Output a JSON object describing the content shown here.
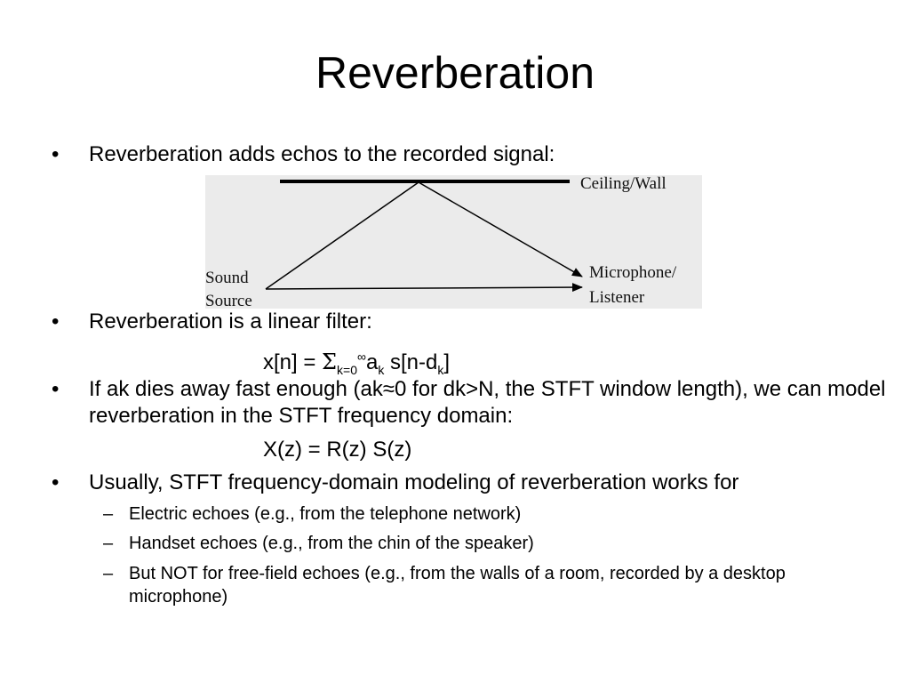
{
  "slide": {
    "title": "Reverberation",
    "bullets": [
      "Reverberation adds echos to the recorded signal:",
      "Reverberation is a linear filter:",
      "If ak dies away fast enough (ak≈0 for dk>N, the STFT window length), we can model reverberation in the STFT frequency domain:",
      "Usually, STFT frequency-domain modeling of reverberation works for"
    ],
    "bullet_marker": "•",
    "dash_marker": "–",
    "sub_bullets": [
      "Electric echoes (e.g., from the telephone network)",
      "Handset echoes (e.g., from the chin of the speaker)",
      "But NOT for free-field echoes (e.g., from the walls of a room, recorded by a desktop microphone)"
    ],
    "formula1": {
      "lhs": "x[n] = ",
      "sigma": "Σ",
      "sub": "k=0",
      "sup": "∞",
      "a": "a",
      "a_sub": "k",
      "s": " s[n-d",
      "d_sub": "k",
      "close": "]"
    },
    "formula2": "X(z) = R(z) S(z)"
  },
  "diagram": {
    "ceiling_label": "Ceiling/Wall",
    "source_label_line1": "Sound",
    "source_label_line2": "Source",
    "mic_label_line1": "Microphone/",
    "mic_label_line2": "Listener",
    "background_color": "#ebebeb"
  }
}
